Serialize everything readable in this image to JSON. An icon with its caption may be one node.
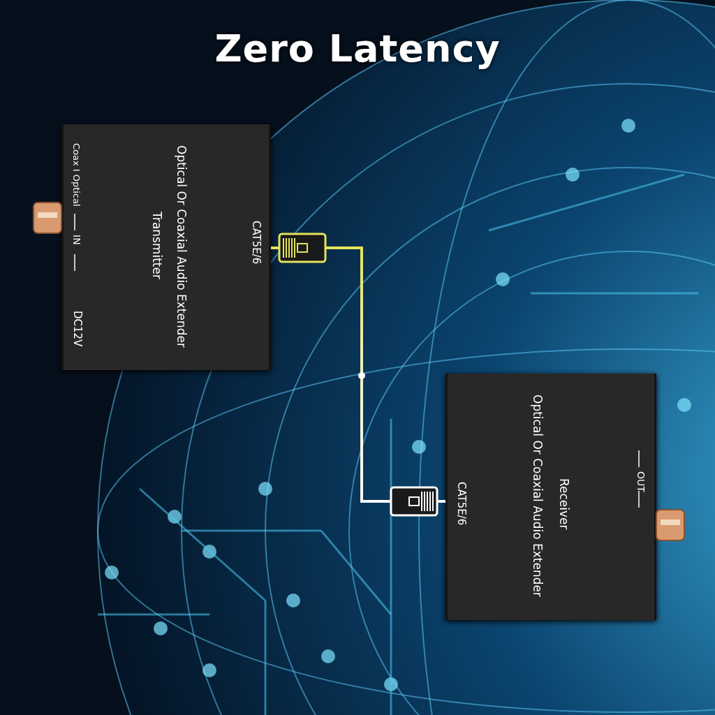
{
  "diagram": {
    "title": "Zero Latency",
    "nodes": [
      {
        "text": [
          "Optical Or Coaxial Audio Extender",
          "Transmitter",
          "CAT5E/6",
          "Coax I Optical",
          "IN",
          "DC12V"
        ]
      },
      {
        "text": [
          "Optical Or Coaxial Audio Extender",
          "Receiver",
          "CAT5E/6",
          "OUT"
        ]
      }
    ],
    "edges": [
      {
        "from": 0,
        "to": 1,
        "arrow": "none"
      }
    ]
  }
}
